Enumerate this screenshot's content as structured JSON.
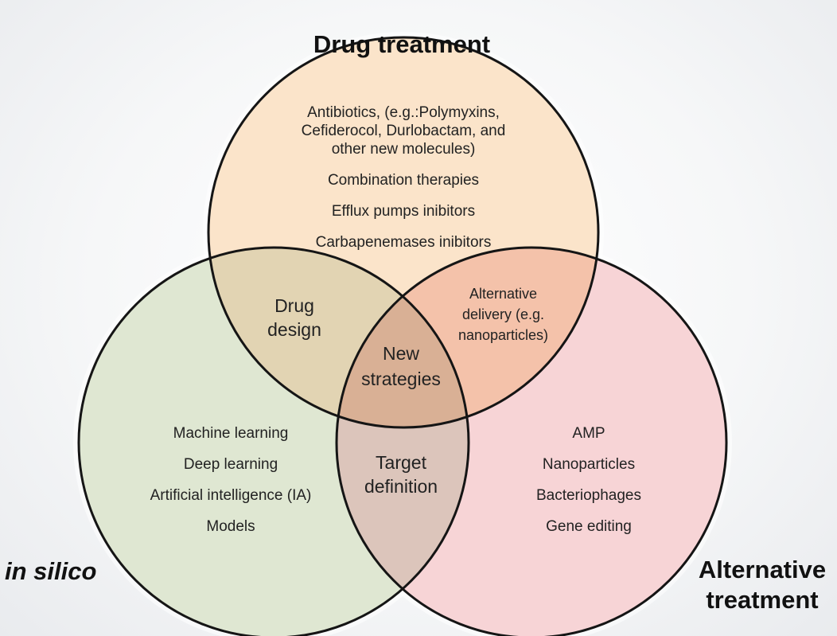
{
  "titles": {
    "drug": "Drug treatment",
    "silico": "in silico",
    "alt_line1": "Alternative",
    "alt_line2": "treatment"
  },
  "drug_items": [
    "Antibiotics, (e.g.:Polymyxins,",
    "Cefiderocol, Durlobactam, and",
    "other new molecules)",
    "Combination therapies",
    "Efflux pumps inibitors",
    "Carbapenemases inibitors"
  ],
  "silico_items": [
    "Machine learning",
    "Deep learning",
    "Artificial intelligence (IA)",
    "Models"
  ],
  "alt_items": [
    "AMP",
    "Nanoparticles",
    "Bacteriophages",
    "Gene editing"
  ],
  "intersections": {
    "drug_design": [
      "Drug",
      "design"
    ],
    "alt_delivery": [
      "Alternative",
      "delivery (e.g.",
      "nanoparticles)"
    ],
    "new_strategies": [
      "New",
      "strategies"
    ],
    "target_definition": [
      "Target",
      "definition"
    ]
  },
  "colors": {
    "drug_circle": "#fbe3c8",
    "silico_circle": "#dce5cd",
    "alt_circle": "#f6d1d3",
    "outline": "#151515"
  }
}
